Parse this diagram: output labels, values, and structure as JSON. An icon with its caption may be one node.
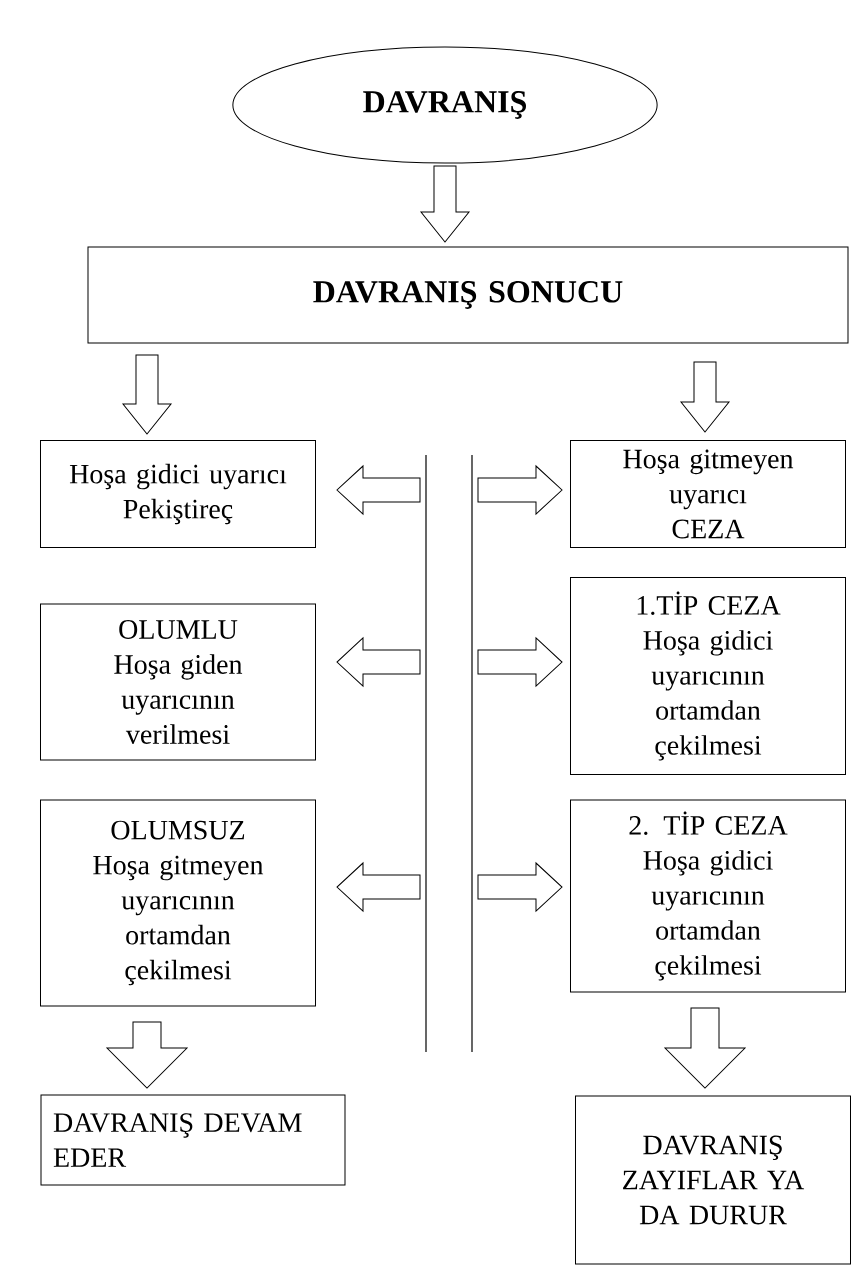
{
  "diagram": {
    "nodes": [
      {
        "text": [
          "DAVRANIŞ"
        ]
      },
      {
        "text": [
          "DAVRANIŞ SONUCU"
        ]
      },
      {
        "text": [
          "Hoşa gidici uyarıcı",
          "Pekiştireç"
        ]
      },
      {
        "text": [
          "Hoşa gitmeyen uyarıcı",
          "CEZA"
        ]
      },
      {
        "text": [
          "OLUMLU",
          "Hoşa giden uyarıcının verilmesi"
        ]
      },
      {
        "text": [
          "1.TİP CEZA",
          "Hoşa gidici uyarıcının ortamdan çekilmesi"
        ]
      },
      {
        "text": [
          "OLUMSUZ",
          "Hoşa gitmeyen uyarıcının ortamdan çekilmesi"
        ]
      },
      {
        "text": [
          "2. TİP CEZA",
          "Hoşa gidici uyarıcının ortamdan çekilmesi"
        ]
      },
      {
        "text": [
          "DAVRANIŞ DEVAM EDER"
        ]
      },
      {
        "text": [
          "DAVRANIŞ ZAYIFLAR YA DA DURUR"
        ]
      }
    ],
    "edges": [
      {
        "from": 0,
        "to": 1,
        "arrow": "to"
      },
      {
        "from": 1,
        "to": 2,
        "arrow": "to"
      },
      {
        "from": 1,
        "to": 3,
        "arrow": "to"
      },
      {
        "from": null,
        "to": 2,
        "arrow": "to"
      },
      {
        "from": null,
        "to": 3,
        "arrow": "to"
      },
      {
        "from": null,
        "to": 4,
        "arrow": "to"
      },
      {
        "from": null,
        "to": 5,
        "arrow": "to"
      },
      {
        "from": null,
        "to": 6,
        "arrow": "to"
      },
      {
        "from": null,
        "to": 7,
        "arrow": "to"
      },
      {
        "from": 6,
        "to": 8,
        "arrow": "to"
      },
      {
        "from": 7,
        "to": 9,
        "arrow": "to"
      }
    ]
  }
}
